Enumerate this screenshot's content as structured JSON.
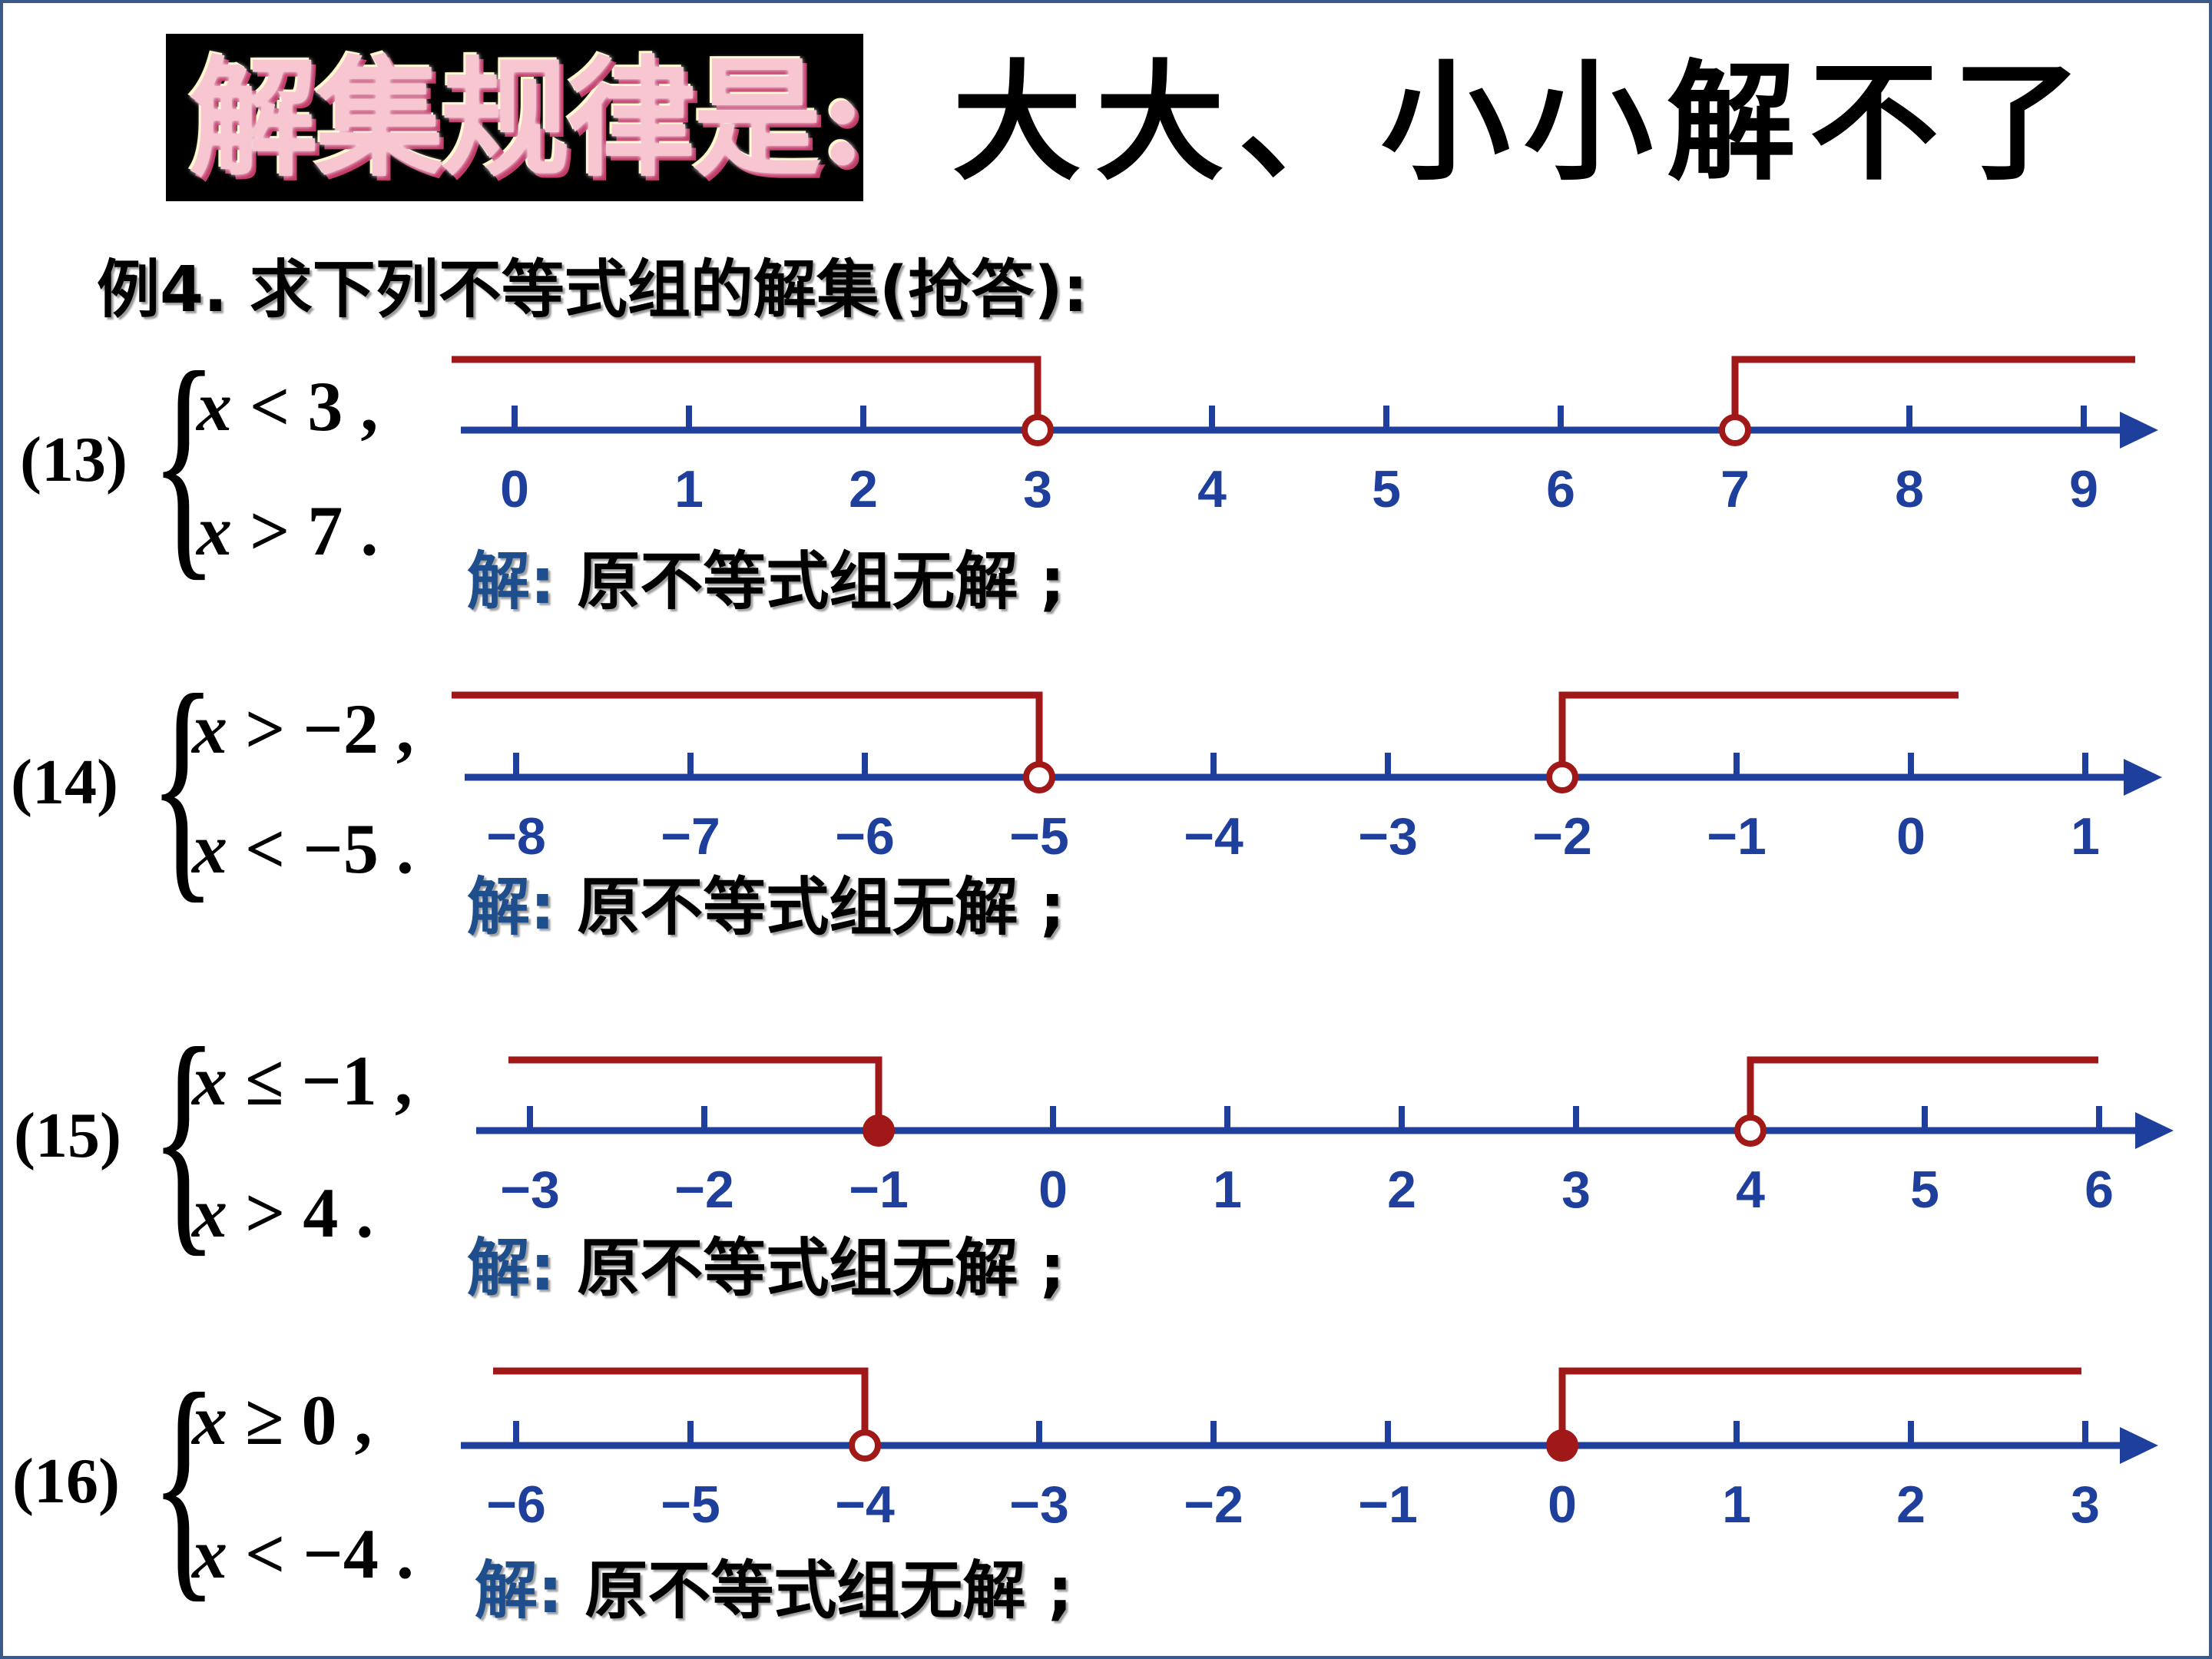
{
  "header": {
    "rule_label": "解集规律是:",
    "rule_text": "大大、小小解不了"
  },
  "example_title": "例4. 求下列不等式组的解集(抢答):",
  "colors": {
    "axis": "#1f3f9c",
    "ray": "#a01818",
    "answer_prefix": "#1f4e8c"
  },
  "problems": [
    {
      "label": "(13)",
      "ineq1": {
        "var": "x",
        "rel": "< 3 ,"
      },
      "ineq2": {
        "var": "x",
        "rel": "> 7 ."
      },
      "ticks": [
        "0",
        "1",
        "2",
        "3",
        "4",
        "5",
        "6",
        "7",
        "8",
        "9"
      ],
      "left_ray": {
        "value": "3",
        "closed": false
      },
      "right_ray": {
        "value": "7",
        "closed": false
      },
      "answer_prefix": "解:",
      "answer_text": "原不等式组无解 ;"
    },
    {
      "label": "(14)",
      "ineq1": {
        "var": "x",
        "rel": "> −2 ,"
      },
      "ineq2": {
        "var": "x",
        "rel": "< −5 ."
      },
      "ticks": [
        "−8",
        "−7",
        "−6",
        "−5",
        "−4",
        "−3",
        "−2",
        "−1",
        "0",
        "1"
      ],
      "left_ray": {
        "value": "−5",
        "closed": false
      },
      "right_ray": {
        "value": "−2",
        "closed": false
      },
      "answer_prefix": "解:",
      "answer_text": "原不等式组无解 ;"
    },
    {
      "label": "(15)",
      "ineq1": {
        "var": "x",
        "rel": "≤ −1 ,"
      },
      "ineq2": {
        "var": "x",
        "rel": "> 4 ."
      },
      "ticks": [
        "−3",
        "−2",
        "−1",
        "0",
        "1",
        "2",
        "3",
        "4",
        "5",
        "6"
      ],
      "left_ray": {
        "value": "−1",
        "closed": true
      },
      "right_ray": {
        "value": "4",
        "closed": false
      },
      "answer_prefix": "解:",
      "answer_text": "原不等式组无解 ;"
    },
    {
      "label": "(16)",
      "ineq1": {
        "var": "x",
        "rel": "≥ 0 ,"
      },
      "ineq2": {
        "var": "x",
        "rel": "< −4 ."
      },
      "ticks": [
        "−6",
        "−5",
        "−4",
        "−3",
        "−2",
        "−1",
        "0",
        "1",
        "2",
        "3"
      ],
      "left_ray": {
        "value": "−4",
        "closed": false
      },
      "right_ray": {
        "value": "0",
        "closed": true
      },
      "answer_prefix": "解:",
      "answer_text": "原不等式组无解 ;"
    }
  ]
}
